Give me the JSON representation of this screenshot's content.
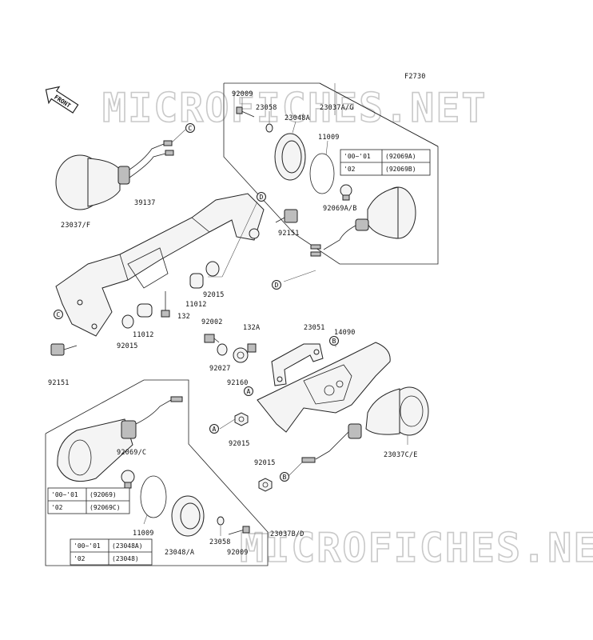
{
  "figure_code": "F2730",
  "front_arrow": "FRONT",
  "watermarks": [
    "MICROFICHES.NET",
    "MICROFICHES.NET"
  ],
  "refs": [
    "C",
    "D",
    "C",
    "B",
    "A",
    "A",
    "D",
    "B"
  ],
  "labels": {
    "l_23037F": "23037/F",
    "l_39137": "39137",
    "l_92009a": "92009",
    "l_23058a": "23058",
    "l_23037AG": "23037A/G",
    "l_23048A": "23048A",
    "l_11009a": "11009",
    "l_92069AB": "92069A/B",
    "l_92151a": "92151",
    "l_92015a": "92015",
    "l_11012a": "11012",
    "l_11012b": "11012",
    "l_132": "132",
    "l_92015b": "92015",
    "l_92151b": "92151",
    "l_92002": "92002",
    "l_132A": "132A",
    "l_23051": "23051",
    "l_14090": "14090",
    "l_92027": "92027",
    "l_92160": "92160",
    "l_92015c": "92015",
    "l_92069C": "92069/C",
    "l_23037CE": "23037C/E",
    "l_92015d": "92015",
    "l_11009b": "11009",
    "l_23037BD": "23037B/D",
    "l_23058b": "23058",
    "l_23048A2": "23048/A",
    "l_92009b": "92009"
  },
  "tables": {
    "t1": [
      [
        "'00~'01",
        "(92069A)"
      ],
      [
        "'02",
        "(92069B)"
      ]
    ],
    "t2": [
      [
        "'00~'01",
        "(92069)"
      ],
      [
        "'02",
        "(92069C)"
      ]
    ],
    "t3": [
      [
        "'00~'01",
        "(23048A)"
      ],
      [
        "'02",
        "(23048)"
      ]
    ]
  }
}
